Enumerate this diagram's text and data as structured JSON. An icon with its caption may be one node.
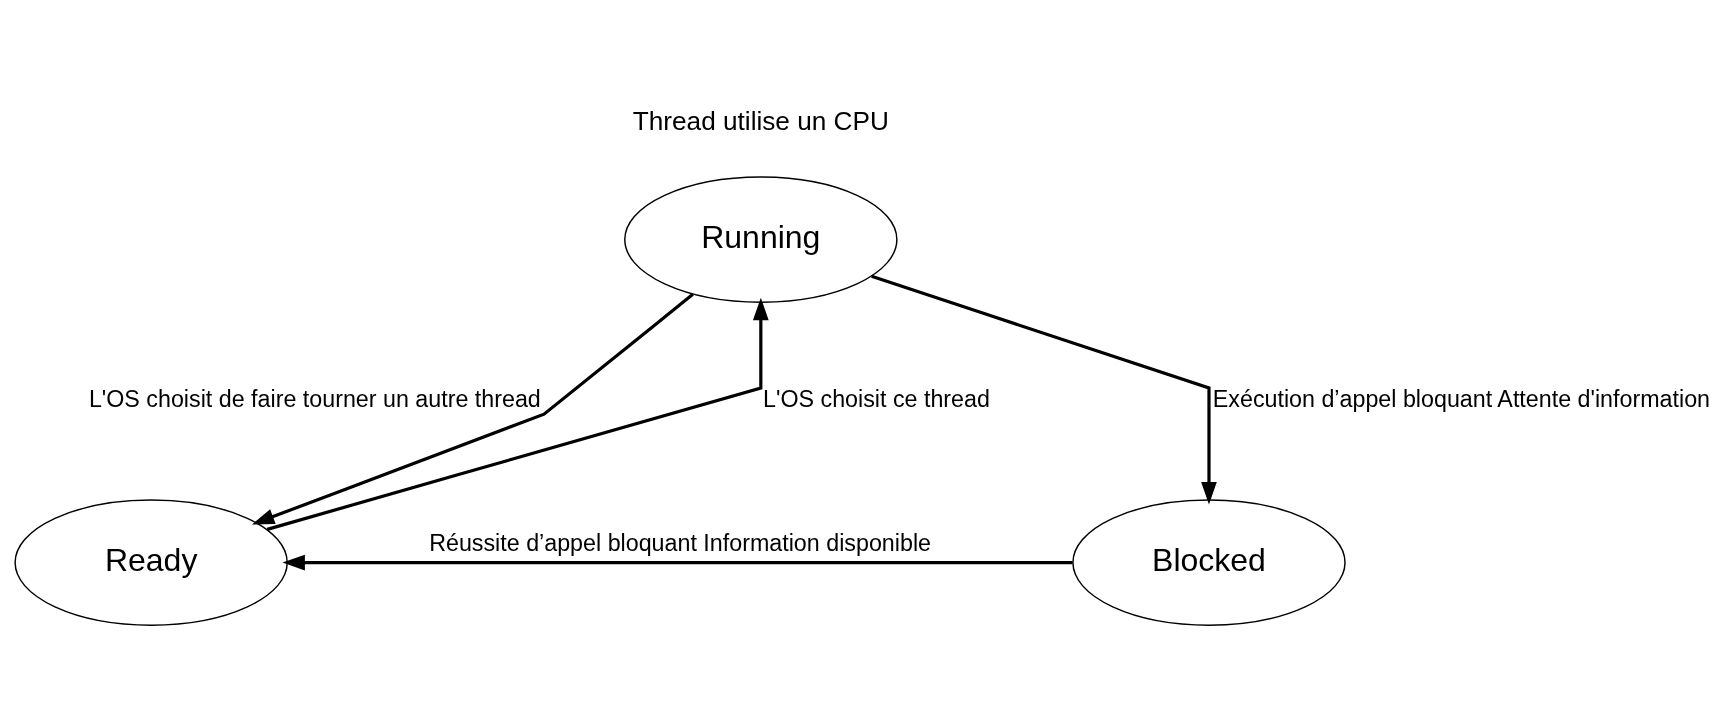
{
  "diagram": {
    "nodes": [
      {
        "text": [
          "Running"
        ],
        "beside": [
          "Thread utilise un CPU"
        ]
      },
      {
        "text": [
          "Ready"
        ]
      },
      {
        "text": [
          "Blocked"
        ]
      }
    ],
    "edges": [
      {
        "from": 0,
        "to": 1,
        "arrow": "to",
        "label": "L'OS choisit de faire tourner un autre thread"
      },
      {
        "from": 1,
        "to": 0,
        "arrow": "to",
        "label": "L'OS choisit ce thread"
      },
      {
        "from": 0,
        "to": 2,
        "arrow": "to",
        "label": "Exécution d’appel bloquant Attente d'information"
      },
      {
        "from": 2,
        "to": 1,
        "arrow": "to",
        "label": "Réussite d’appel bloquant Information disponible"
      }
    ]
  }
}
